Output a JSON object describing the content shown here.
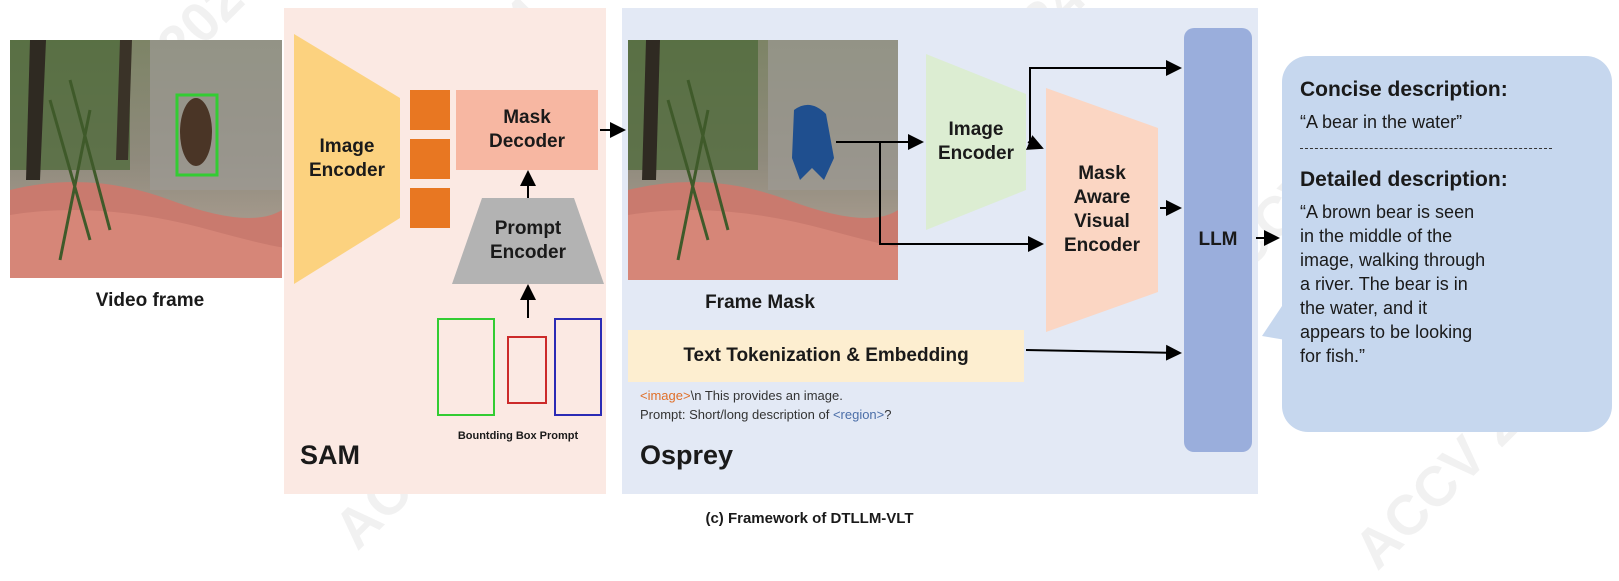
{
  "figure": {
    "video_frame_label": "Video frame",
    "sam": {
      "title": "SAM",
      "image_encoder": [
        "Image",
        "Encoder"
      ],
      "mask_decoder": [
        "Mask",
        "Decoder"
      ],
      "prompt_encoder": [
        "Prompt",
        "Encoder"
      ],
      "bbox_prompt_label": "Bountding Box Prompt"
    },
    "osprey": {
      "title": "Osprey",
      "frame_mask_label": "Frame Mask",
      "image_encoder": [
        "Image",
        "Encoder"
      ],
      "mask_aware_encoder": [
        "Mask",
        "Aware",
        "Visual",
        "Encoder"
      ],
      "text_tokenization": "Text Tokenization & Embedding",
      "prompt_line1_tag": "<image>",
      "prompt_line1_rest": "\\n This provides an image.",
      "prompt_line2_prefix": "Prompt: Short/long description of ",
      "prompt_line2_tag": "<region>",
      "prompt_line2_suffix": "?"
    },
    "llm_label": "LLM",
    "output": {
      "concise_heading": "Concise description:",
      "concise_text": "“A bear in the water”",
      "detailed_heading": "Detailed description:",
      "detailed_lines": [
        "“A brown bear is seen",
        "in the middle of the",
        "image, walking through",
        "a river. The bear is in",
        "the water, and it",
        "appears to be looking",
        "for fish.”"
      ]
    },
    "caption": "(c) Framework of DTLLM-VLT",
    "watermark": "ACCV 2024"
  },
  "colors": {
    "sam_bg": "#fbe9e3",
    "osprey_bg": "#e3e9f5",
    "image_encoder_sam": "#fcd27f",
    "token": "#e87722",
    "mask_decoder": "#f7b7a2",
    "prompt_encoder": "#b3b3b3",
    "image_encoder_osprey": "#dcedd2",
    "mask_aware_encoder": "#fbd6c3",
    "llm": "#9aaedc",
    "output_bubble": "#c6d7ee",
    "bbox_green": "#33cc33",
    "bbox_red": "#cc2a2a",
    "bbox_blue": "#2b2bb5"
  }
}
